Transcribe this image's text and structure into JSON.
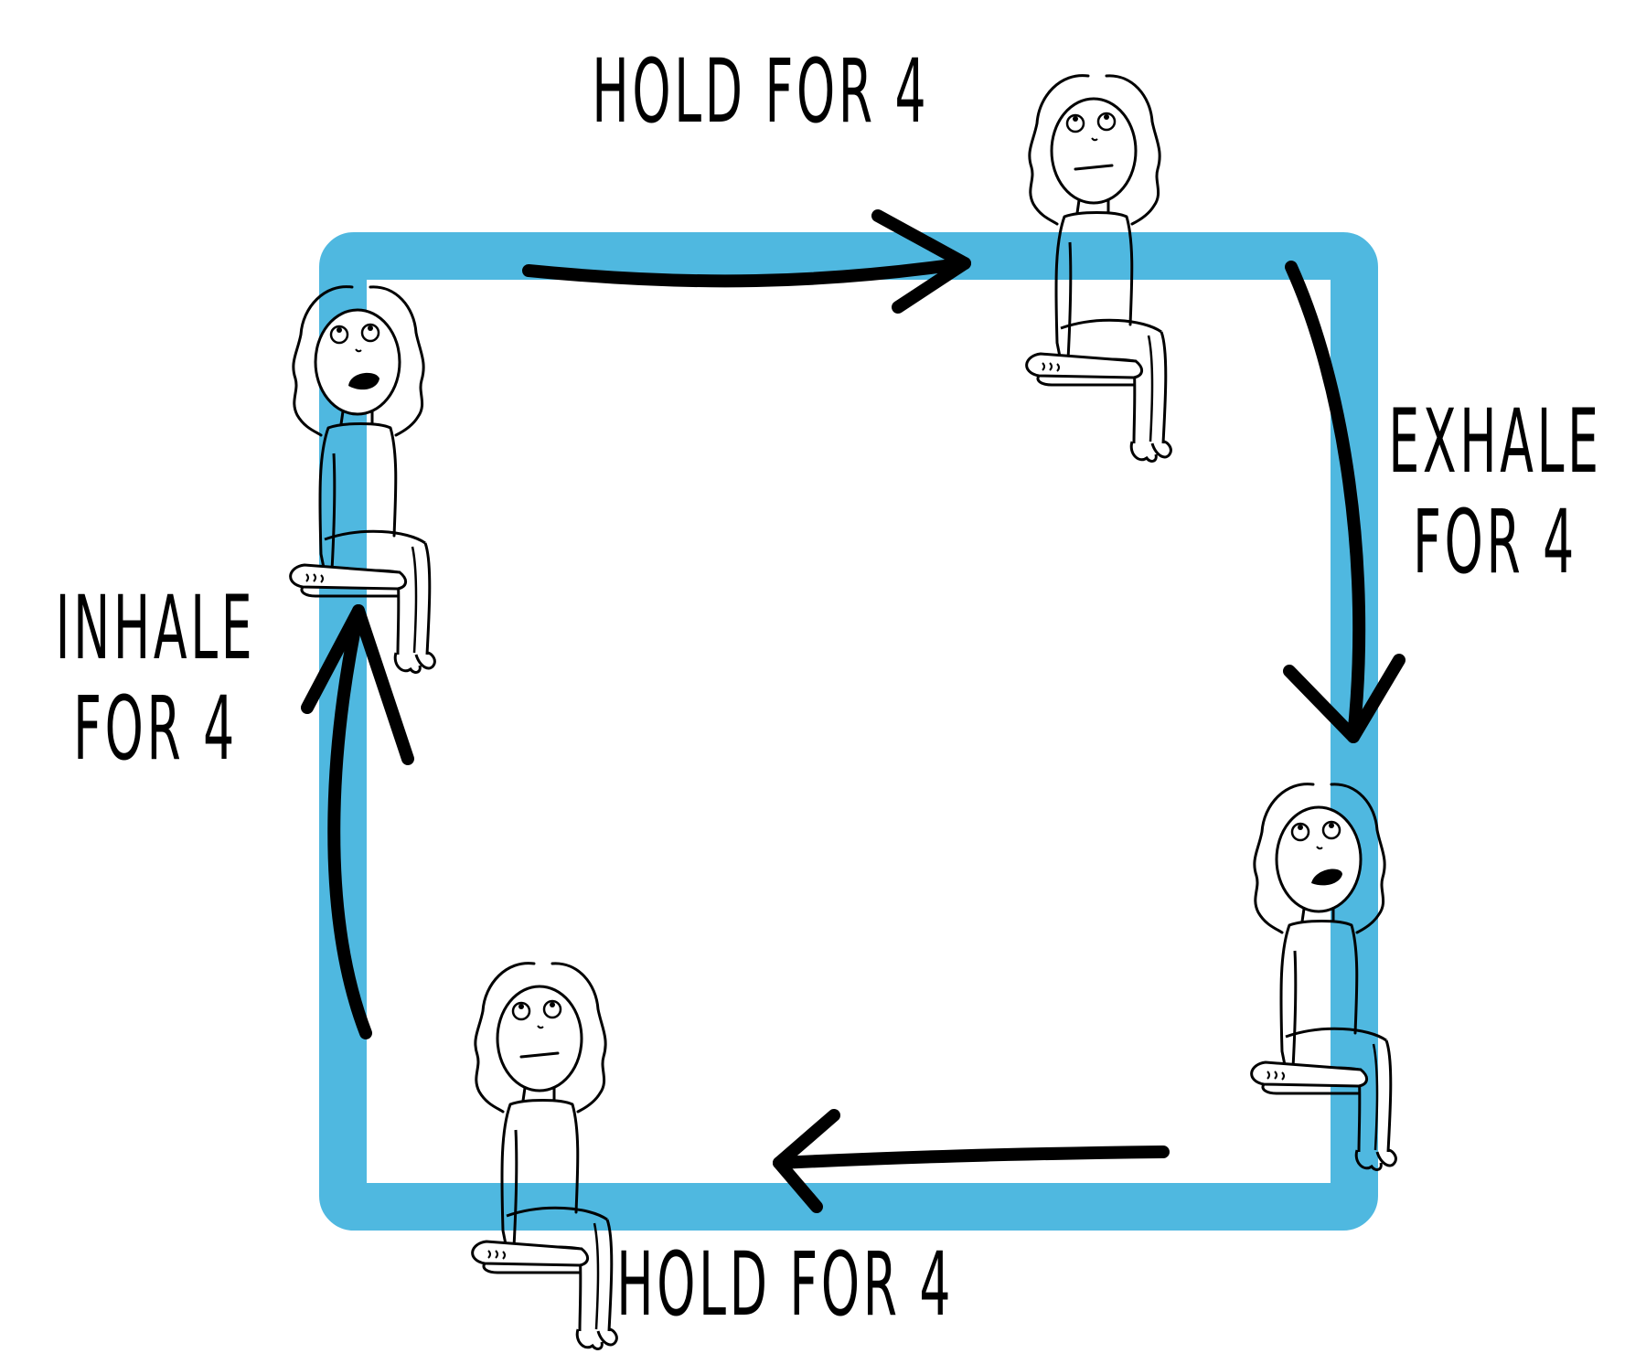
{
  "diagram": {
    "square_color": "#4fb8e0",
    "arrow_color": "#000000",
    "labels": {
      "top": "HOLD FOR 4",
      "right_line1": "EXHALE",
      "right_line2": "FOR 4",
      "bottom": "HOLD FOR 4",
      "left_line1": "INHALE",
      "left_line2": "FOR 4"
    },
    "icons": {
      "figure_top_right": "person-holding-breath-icon",
      "figure_bottom_right": "person-exhaling-icon",
      "figure_bottom_left": "person-holding-breath-icon",
      "figure_top_left": "person-inhaling-icon"
    }
  }
}
